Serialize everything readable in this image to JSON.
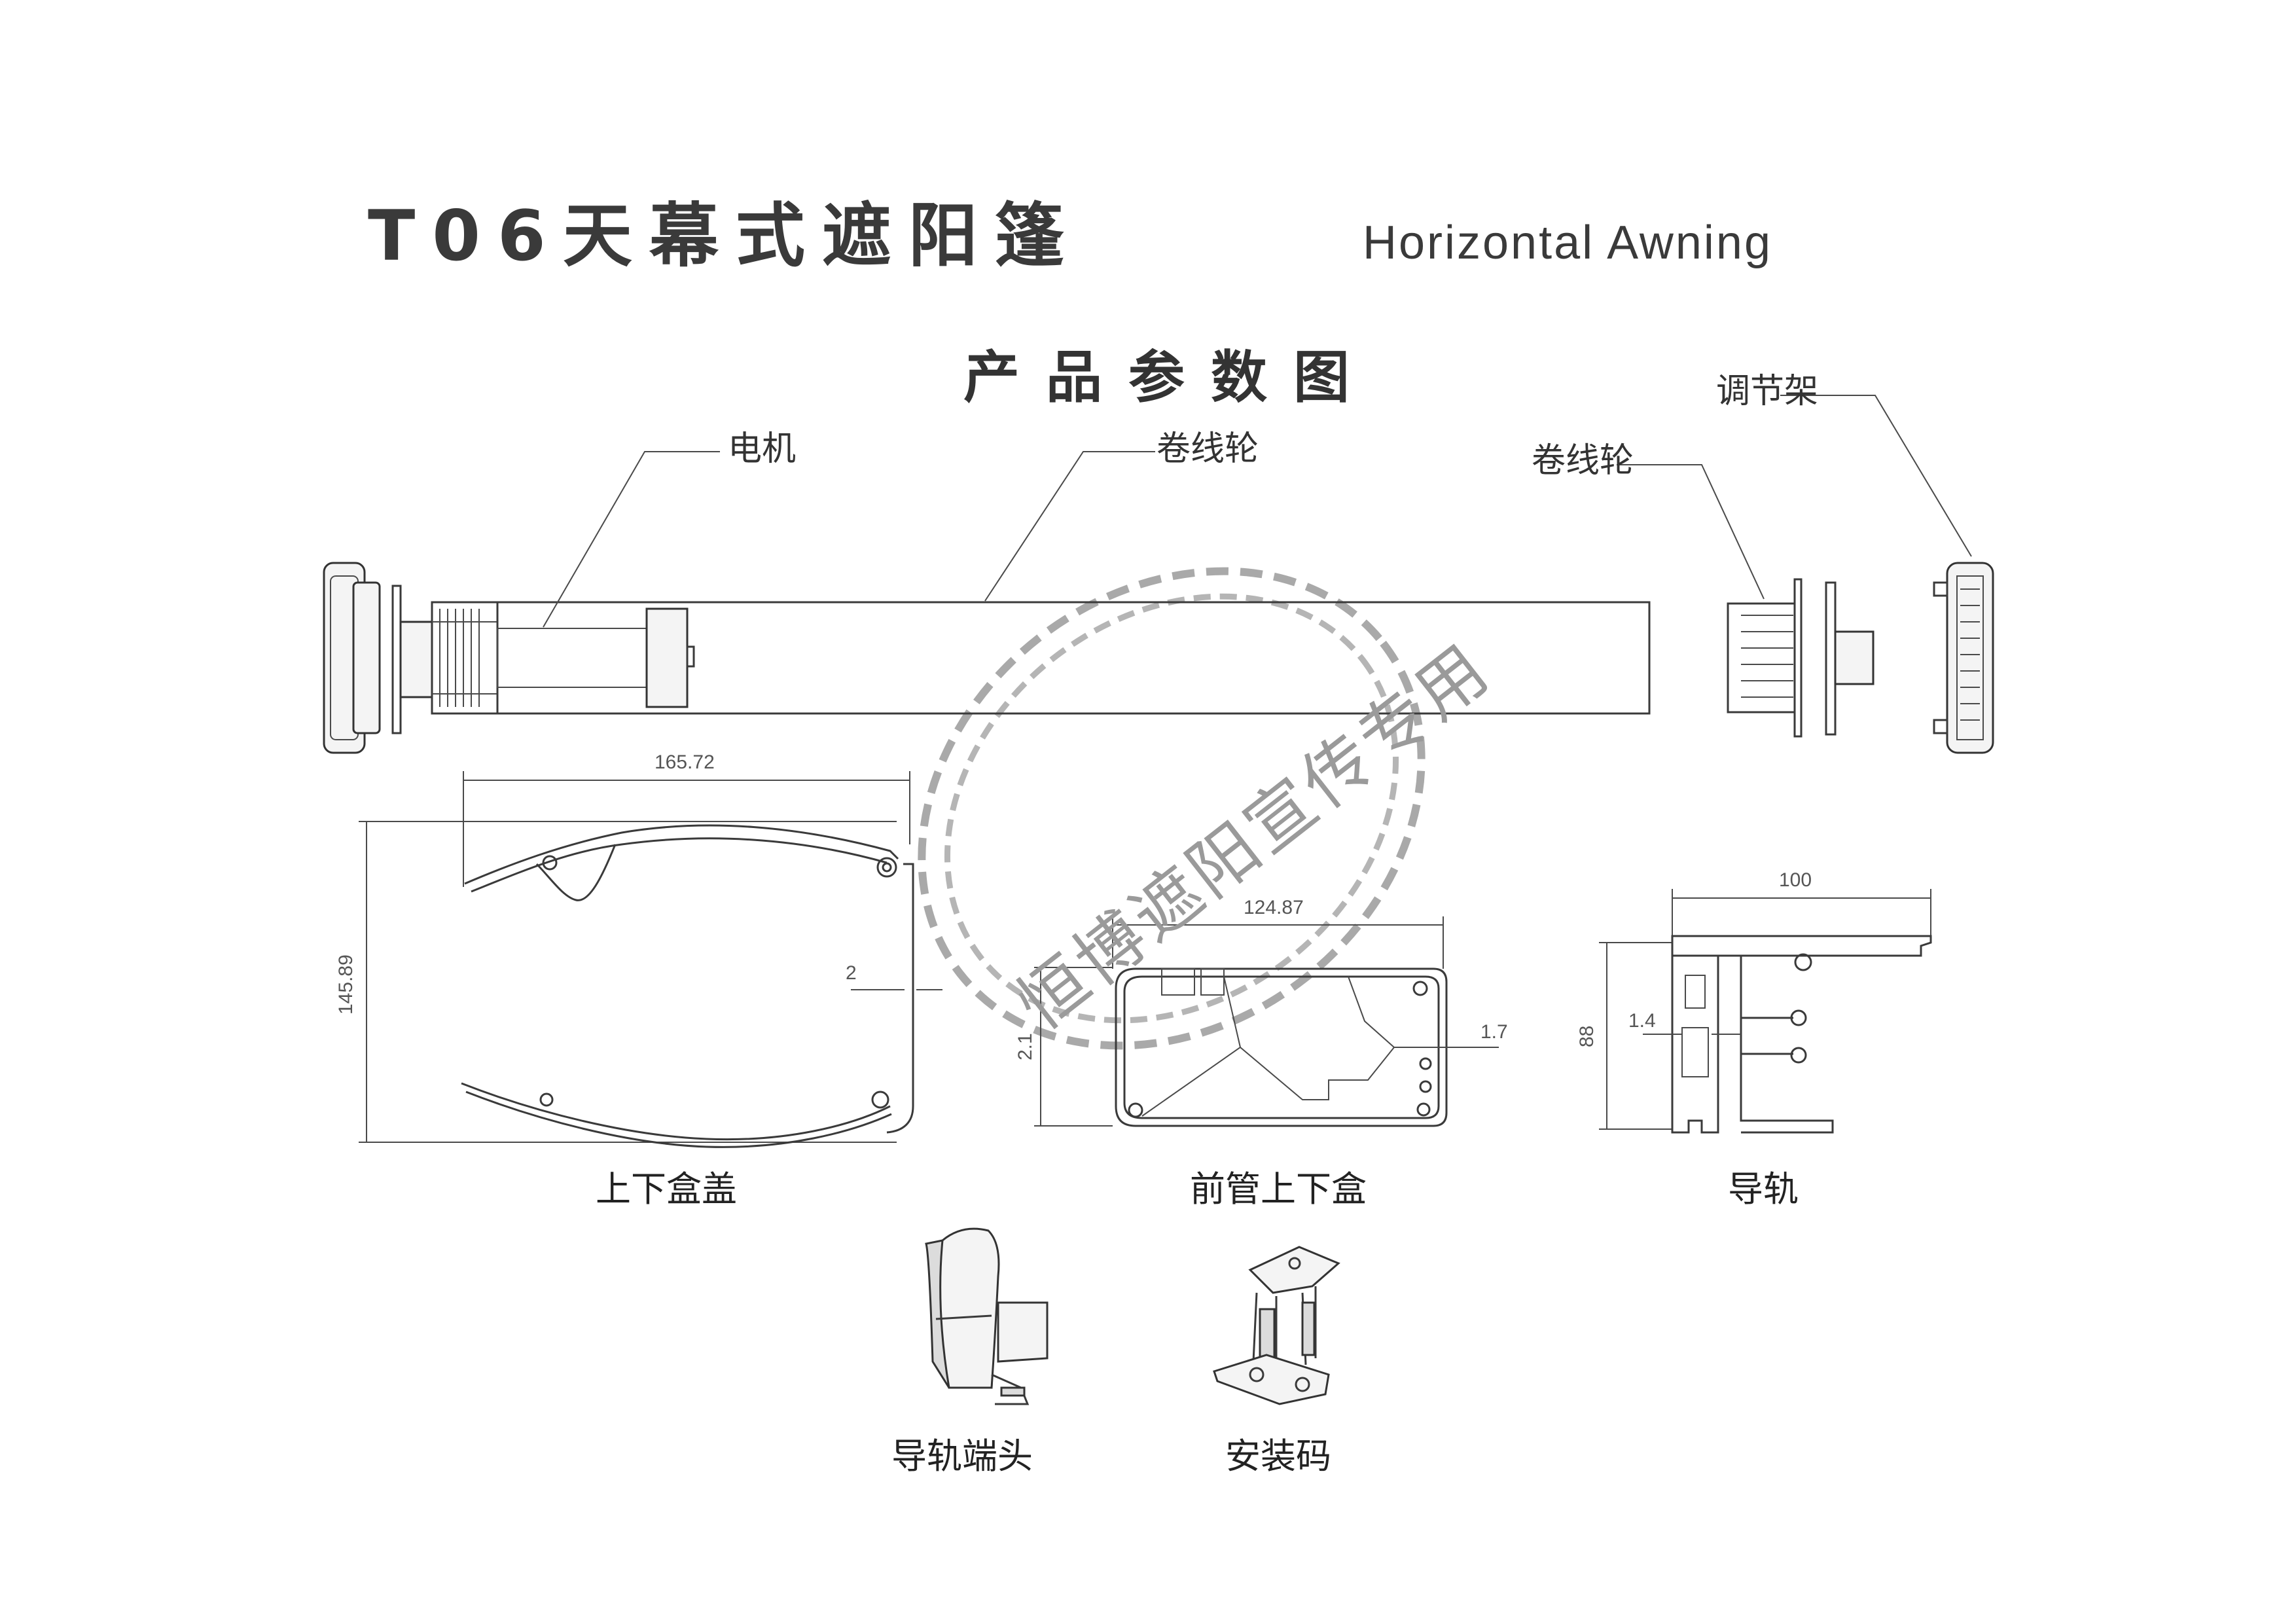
{
  "header": {
    "title_cn": "T06天幕式遮阳篷",
    "title_en": "Horizontal  Awning",
    "subtitle": "产品参数图"
  },
  "callouts": {
    "motor": "电机",
    "reel_left": "卷线轮",
    "reel_right": "卷线轮",
    "adjust_bracket": "调节架"
  },
  "dimensions": {
    "cover_width": "165.72",
    "cover_height": "145.89",
    "cover_gap": "2",
    "tube_width": "124.87",
    "tube_height": "2.1",
    "tube_wall": "1.7",
    "rail_width": "100",
    "rail_height": "88",
    "rail_wall": "1.4"
  },
  "captions": {
    "box_cover": "上下盒盖",
    "front_tube_box": "前管上下盒",
    "guide_rail": "导轨",
    "rail_end_cap": "导轨端头",
    "mounting_bracket": "安装码"
  },
  "watermark": {
    "text": "恒博遮阳宣传专用"
  }
}
